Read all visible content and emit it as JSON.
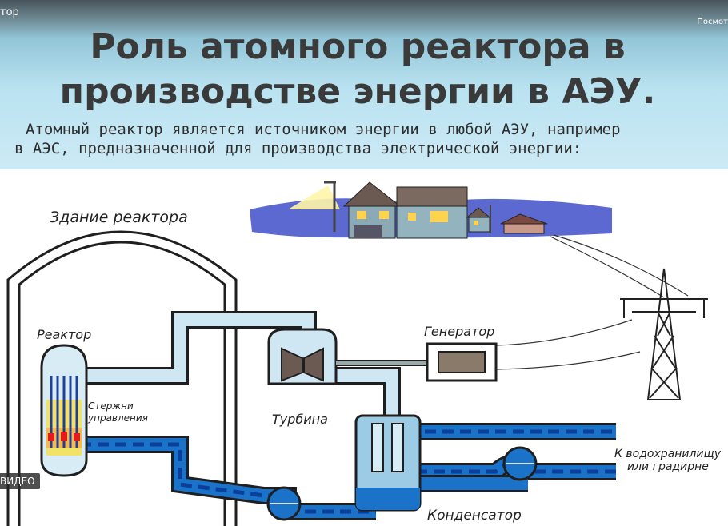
{
  "player": {
    "video_title_fragment": "тор",
    "watch_later_fragment": "Посмот",
    "video_badge": "ВИДЕО"
  },
  "slide": {
    "title_line1": "Роль атомного реактора в",
    "title_line2": "производстве энергии в АЭУ.",
    "intro_line1": "Атомный  реактор является источником энергии в любой АЭУ, например",
    "intro_line2": "в АЭС, предназначенной для производства электрической энергии:"
  },
  "diagram": {
    "labels": {
      "reactor_building": "Здание реактора",
      "reactor": "Реактор",
      "control_rods_line1": "Стержни",
      "control_rods_line2": "управления",
      "generator": "Генератор",
      "turbine": "Турбина",
      "reservoir_line1": "К водохранилищу",
      "reservoir_line2": "или градирне",
      "condenser": "Конденсатор"
    }
  },
  "colors": {
    "steam_pipe": "#cfe6f3",
    "water_pipe": "#1a73c9",
    "water_dash": "#0b3f9a",
    "outline": "#1f1f1f",
    "header_text": "#3a3a3a"
  }
}
